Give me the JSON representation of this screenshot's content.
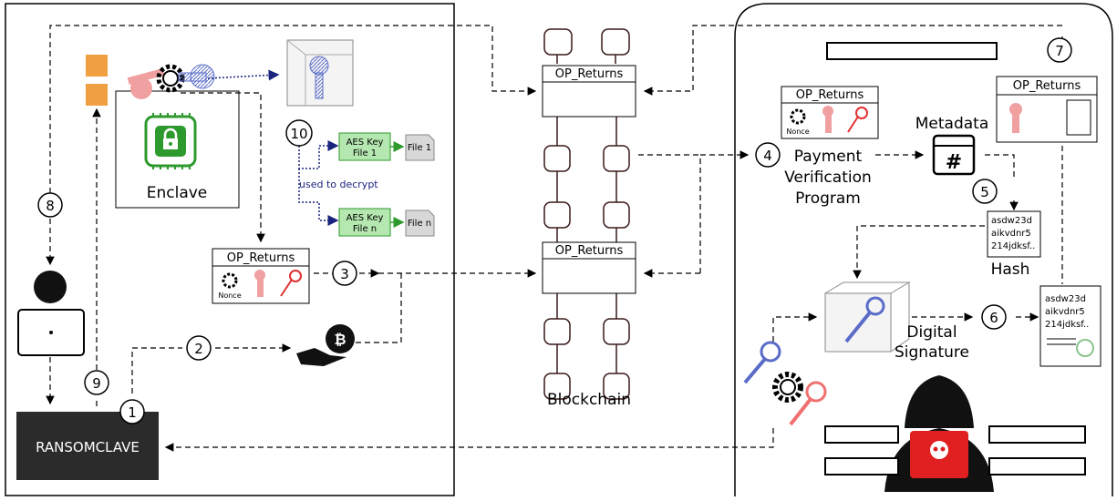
{
  "enclave": {
    "label": "Enclave"
  },
  "ransomclave": {
    "label": "RANSOMCLAVE"
  },
  "blockchain": {
    "label": "Blockchain",
    "op_returns": "OP_Returns"
  },
  "op_returns_box": {
    "title": "OP_Returns",
    "nonce": "Nonce"
  },
  "aes_keys": [
    {
      "line1": "AES Key",
      "line2": "File 1",
      "file": "File 1"
    },
    {
      "line1": "AES Key",
      "line2": "File n",
      "file": "File n"
    }
  ],
  "used_to_decrypt": "used to decrypt",
  "payment": {
    "line1": "Payment",
    "line2": "Verification",
    "line3": "Program"
  },
  "metadata": "Metadata",
  "hash": {
    "label": "Hash",
    "lines": [
      "asdw23d",
      "aikvdnr5",
      "214jdksf.."
    ]
  },
  "signature": {
    "line1": "Digital",
    "line2": "Signature"
  },
  "steps": [
    "1",
    "2",
    "3",
    "4",
    "5",
    "6",
    "7",
    "8",
    "9",
    "10"
  ],
  "colors": {
    "accent_green": "#2e9a2e",
    "key_pink": "#f0a0a0",
    "key_blue": "#5a6cc8",
    "arrow_navy": "#1a237e",
    "dark_box": "#2b2b2b"
  }
}
